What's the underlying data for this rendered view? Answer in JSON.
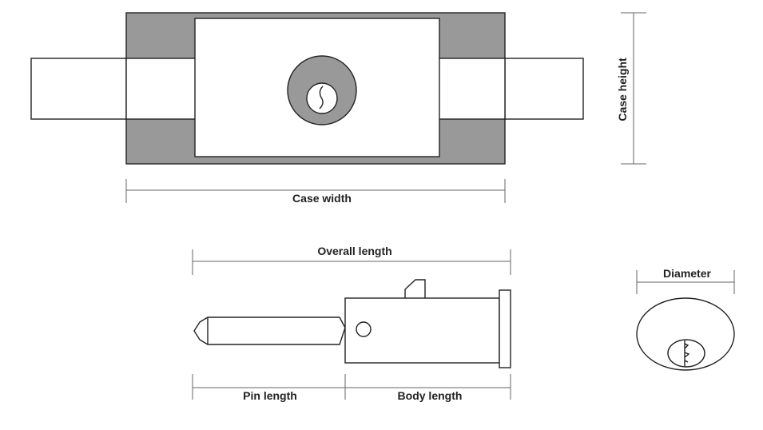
{
  "labels": {
    "case_width": "Case width",
    "case_height": "Case height",
    "overall_length": "Overall length",
    "pin_length": "Pin length",
    "body_length": "Body length",
    "diameter": "Diameter"
  },
  "colors": {
    "case_fill": "#999999",
    "outline": "#222222",
    "dimension_line": "#666666",
    "background": "#ffffff"
  }
}
